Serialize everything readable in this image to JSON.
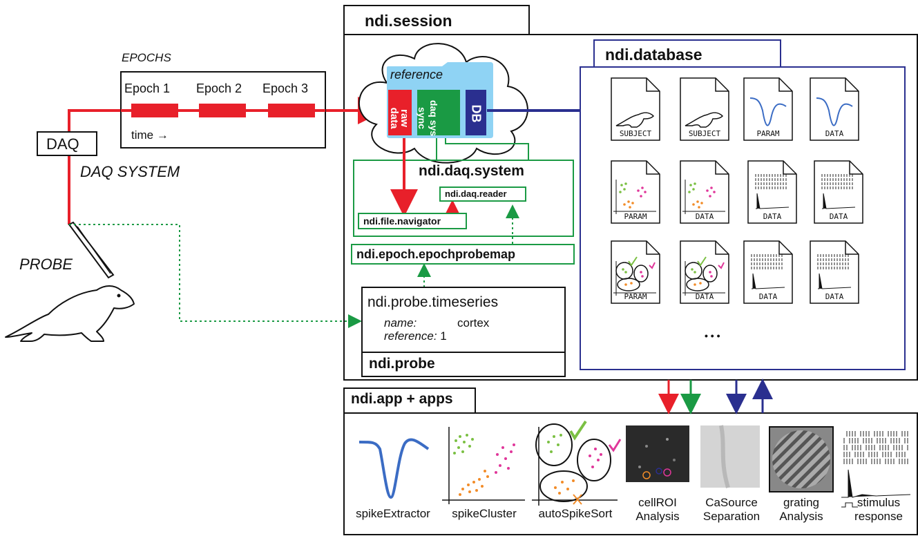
{
  "labels": {
    "epochs_title": "EPOCHS",
    "epochs": [
      "Epoch 1",
      "Epoch 2",
      "Epoch 3"
    ],
    "time": "time →",
    "daq": "DAQ",
    "daq_system": "DAQ SYSTEM",
    "probe": "PROBE",
    "session": "ndi.session",
    "database": "ndi.database",
    "reference": "reference",
    "raw_data": [
      "raw",
      "data"
    ],
    "daq_sys": "daq sys",
    "sync": "sync",
    "db": "DB",
    "daq_system_class": "ndi.daq.system",
    "daq_reader": "ndi.daq.reader",
    "file_navigator": "ndi.file.navigator",
    "epochprobemap": "ndi.epoch.epochprobemap",
    "probe_timeseries": "ndi.probe.timeseries",
    "name_key": "name",
    "name_value": "cortex",
    "reference_key": "reference",
    "reference_value": "1",
    "probe_class": "ndi.probe",
    "app": "ndi.app + apps",
    "ellipsis": "•   •   •"
  },
  "documents": [
    {
      "label": "SUBJECT",
      "icon": "ferret-icon"
    },
    {
      "label": "SUBJECT",
      "icon": "ferret-icon"
    },
    {
      "label": "PARAM",
      "icon": "spike-waveform-icon"
    },
    {
      "label": "DATA",
      "icon": "spike-waveform-icon"
    },
    {
      "label": "PARAM",
      "icon": "cluster-scatter-icon"
    },
    {
      "label": "DATA",
      "icon": "cluster-scatter-icon"
    },
    {
      "label": "DATA",
      "icon": "raster-icon"
    },
    {
      "label": "DATA",
      "icon": "raster-icon"
    },
    {
      "label": "PARAM",
      "icon": "sorted-clusters-icon"
    },
    {
      "label": "DATA",
      "icon": "sorted-clusters-icon"
    },
    {
      "label": "DATA",
      "icon": "raster-icon"
    },
    {
      "label": "DATA",
      "icon": "raster-icon"
    }
  ],
  "apps": [
    {
      "caption": [
        "spikeExtractor"
      ],
      "icon": "spike-waveform-icon"
    },
    {
      "caption": [
        "spikeCluster"
      ],
      "icon": "cluster-scatter-icon"
    },
    {
      "caption": [
        "autoSpikeSort"
      ],
      "icon": "sorted-clusters-icon"
    },
    {
      "caption": [
        "cellROI",
        "Analysis"
      ],
      "icon": "cell-image-icon"
    },
    {
      "caption": [
        "CaSource",
        "Separation"
      ],
      "icon": "vessel-image-icon"
    },
    {
      "caption": [
        "grating",
        "Analysis"
      ],
      "icon": "grating-icon"
    },
    {
      "caption": [
        "stimulus",
        "response"
      ],
      "icon": "raster-icon"
    }
  ],
  "colors": {
    "red": "#e8202a",
    "green": "#1a9a44",
    "navy": "#2a2f8f",
    "folder": "#8fd3f4",
    "blue_wave": "#3b6cc4",
    "cluster_green": "#7bc043",
    "cluster_orange": "#f28c28",
    "cluster_magenta": "#e0379a"
  }
}
